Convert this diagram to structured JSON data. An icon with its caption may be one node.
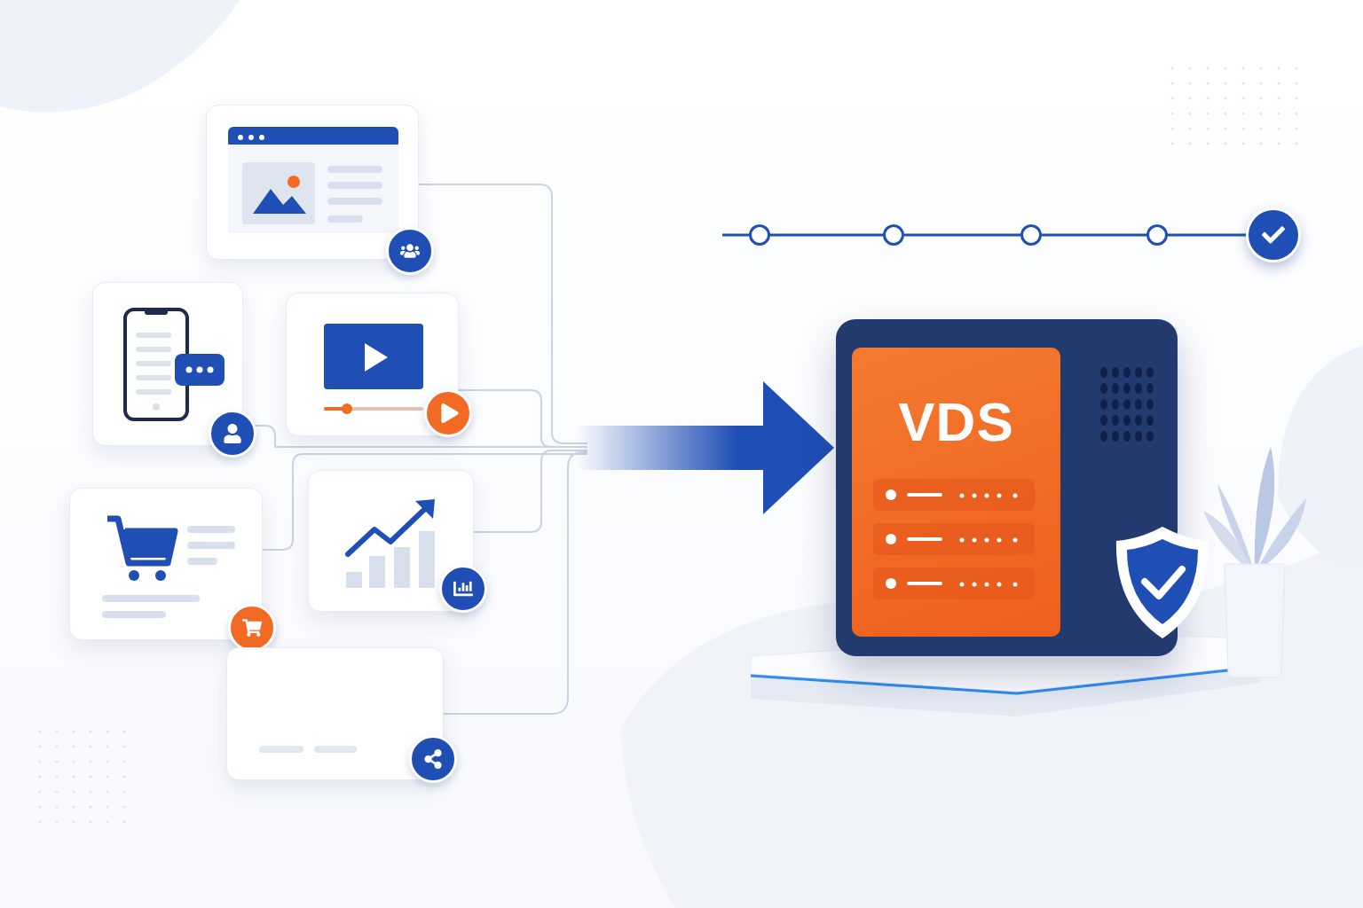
{
  "diagram": {
    "nodes": [
      {
        "text": [],
        "shape": "box"
      },
      {
        "text": [],
        "shape": "box"
      },
      {
        "text": [],
        "shape": "box"
      },
      {
        "text": [],
        "shape": "box"
      },
      {
        "text": [],
        "shape": "box"
      },
      {
        "text": [],
        "shape": "box"
      },
      {
        "text": [
          "VDS"
        ]
      },
      {
        "text": [],
        "shape": "circle"
      },
      {
        "text": [],
        "shape": "circle"
      },
      {
        "text": [],
        "shape": "circle"
      },
      {
        "text": [],
        "shape": "circle"
      },
      {
        "text": [],
        "shape": "circle"
      }
    ],
    "edges": [
      {
        "from": 0,
        "to": 6,
        "arrow": "to",
        "color": "#c9d3e6"
      },
      {
        "from": 1,
        "to": 6,
        "arrow": "to",
        "color": "#c9d3e6"
      },
      {
        "from": 2,
        "to": 6,
        "arrow": "to",
        "color": "#c9d3e6"
      },
      {
        "from": 3,
        "to": 6,
        "arrow": "to",
        "color": "#c9d3e6"
      },
      {
        "from": 4,
        "to": 6,
        "arrow": "to",
        "color": "#c9d3e6"
      },
      {
        "from": 5,
        "to": 6,
        "arrow": "to",
        "color": "#c9d3e6"
      },
      {
        "from": null,
        "to": 7,
        "arrow": "none",
        "color": "#1f4fb5"
      },
      {
        "from": 7,
        "to": 8,
        "arrow": "none",
        "color": "#1f4fb5"
      },
      {
        "from": 8,
        "to": 9,
        "arrow": "none",
        "color": "#1f4fb5"
      },
      {
        "from": 9,
        "to": 10,
        "arrow": "none",
        "color": "#1f4fb5"
      },
      {
        "from": 10,
        "to": 11,
        "arrow": "none",
        "color": "#1f4fb5"
      }
    ]
  }
}
